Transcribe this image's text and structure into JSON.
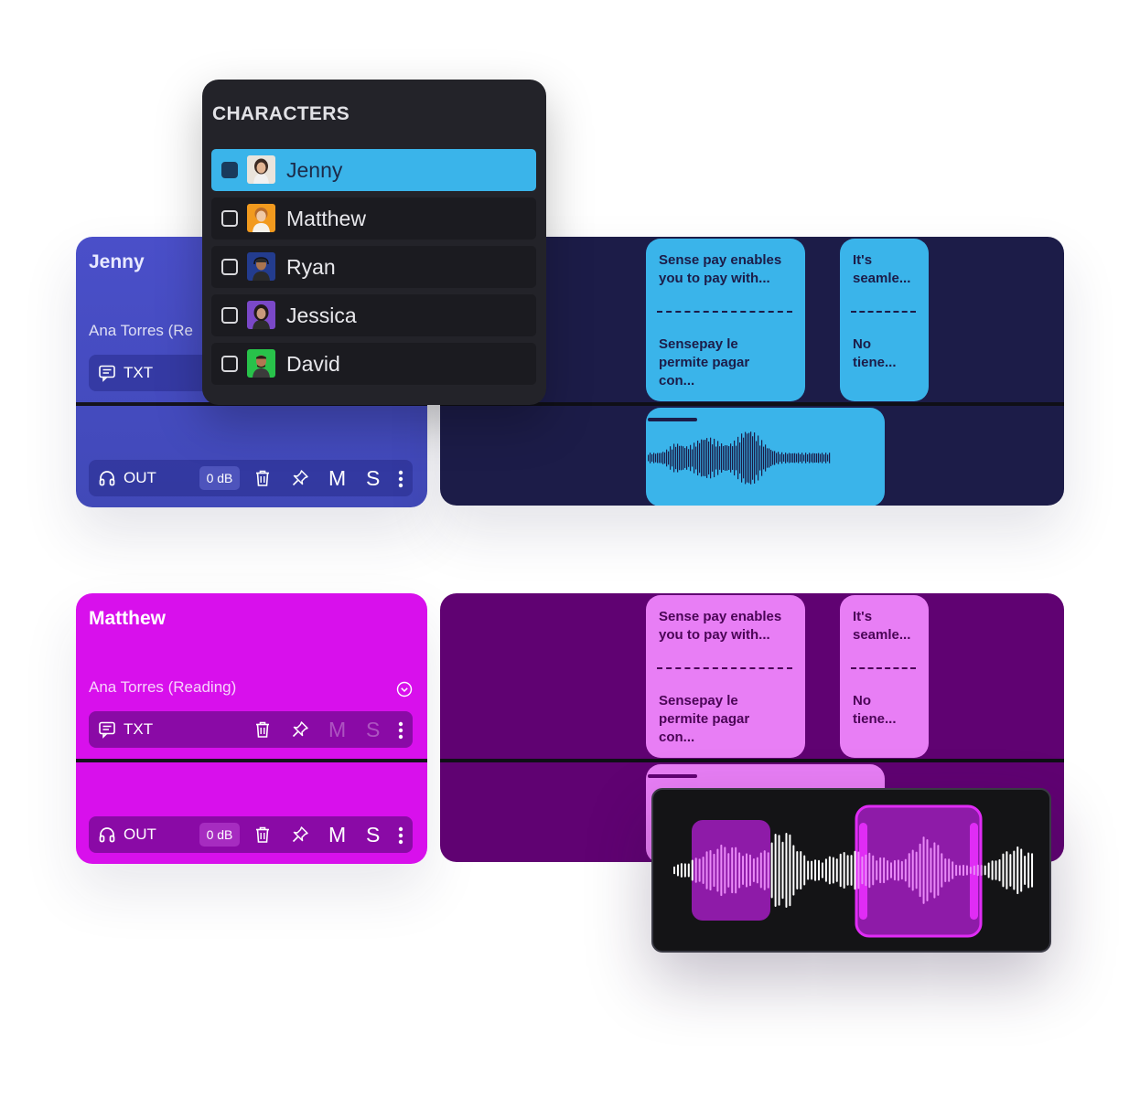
{
  "colors": {
    "jenny_track": "#4a4fc9",
    "matthew_track": "#d810ec",
    "jenny_clip": "#3ab4ea",
    "matthew_clip": "#e87ef5",
    "dropdown_bg": "#232329",
    "selected_row": "#3ab4ea"
  },
  "characters_dropdown": {
    "title": "CHARACTERS",
    "items": [
      {
        "name": "Jenny",
        "selected": true,
        "avatar": "avatar-jenny"
      },
      {
        "name": "Matthew",
        "selected": false,
        "avatar": "avatar-matthew"
      },
      {
        "name": "Ryan",
        "selected": false,
        "avatar": "avatar-ryan"
      },
      {
        "name": "Jessica",
        "selected": false,
        "avatar": "avatar-jessica"
      },
      {
        "name": "David",
        "selected": false,
        "avatar": "avatar-david"
      }
    ]
  },
  "tracks": {
    "jenny": {
      "name": "Jenny",
      "voice": "Ana Torres (Re",
      "txt_label": "TXT",
      "out_label": "OUT",
      "gain": "0 dB",
      "mute": "M",
      "solo": "S"
    },
    "matthew": {
      "name": "Matthew",
      "voice": "Ana Torres (Reading)",
      "txt_label": "TXT",
      "out_label": "OUT",
      "gain": "0 dB",
      "mute": "M",
      "solo": "S"
    }
  },
  "timelines": {
    "jenny": {
      "clip_a": {
        "top": "Sense pay enables you to pay with...",
        "bottom": "Sensepay le permite pagar con..."
      },
      "clip_b": {
        "top": "It's seamle...",
        "bottom": "No tiene..."
      }
    },
    "matthew": {
      "clip_a": {
        "top": "Sense pay enables you to pay with...",
        "bottom": "Sensepay le permite pagar con..."
      },
      "clip_b": {
        "top": "It's seamle...",
        "bottom": "No tiene..."
      }
    }
  },
  "icons": {
    "txt": "transcript-icon",
    "out": "headphones-icon",
    "delete": "trash-icon",
    "pin": "pin-icon",
    "more": "kebab-icon",
    "chevron": "chevron-down-circle-icon"
  }
}
